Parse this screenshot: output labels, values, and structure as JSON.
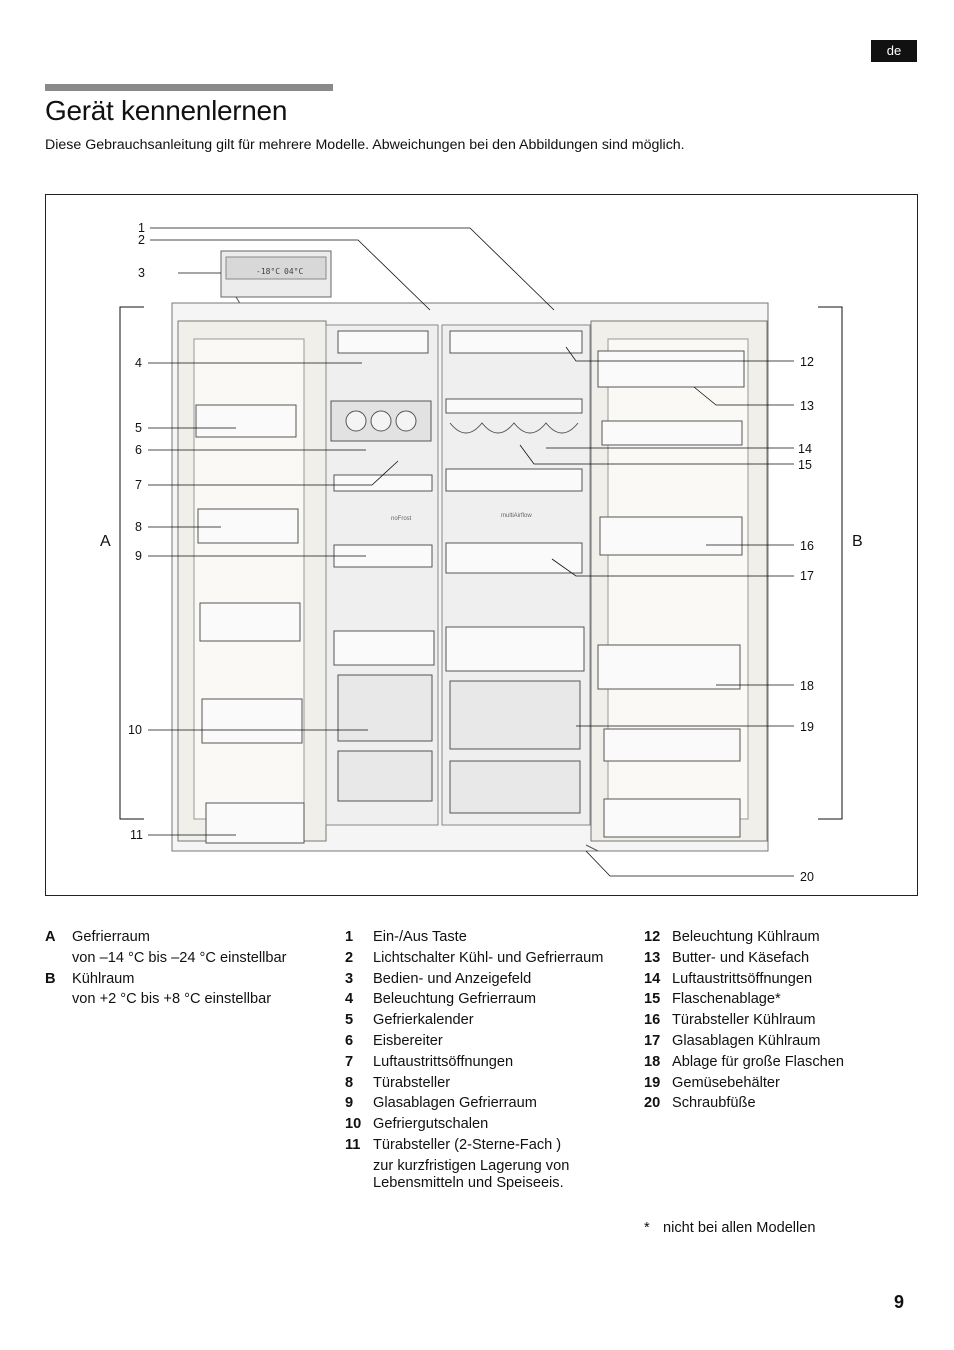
{
  "header": {
    "language_badge": "de",
    "title": "Gerät kennenlernen",
    "intro": "Diese Gebrauchsanleitung gilt für mehrere Modelle. Abweichungen bei den Abbildungen sind möglich."
  },
  "figure": {
    "zone_labels": {
      "a": "A",
      "b": "B"
    },
    "callouts": [
      "1",
      "2",
      "3",
      "4",
      "5",
      "6",
      "7",
      "8",
      "9",
      "10",
      "11",
      "12",
      "13",
      "14",
      "15",
      "16",
      "17",
      "18",
      "19",
      "20"
    ],
    "panel_text": {
      "display_left": "-18°C",
      "display_right": "04°C"
    },
    "product_labels": {
      "freezer": "noFrost",
      "fridge": "multiAirflow"
    }
  },
  "legend_zones": [
    {
      "key": "A",
      "name": "Gefrierraum",
      "detail": "von –14 °C bis –24 °C einstellbar"
    },
    {
      "key": "B",
      "name": "Kühlraum",
      "detail": "von +2 °C bis +8 °C einstellbar"
    }
  ],
  "legend_parts_left": [
    {
      "num": "1",
      "text": "Ein-/Aus Taste"
    },
    {
      "num": "2",
      "text": "Lichtschalter Kühl- und Gefrierraum"
    },
    {
      "num": "3",
      "text": "Bedien- und Anzeigefeld"
    },
    {
      "num": "4",
      "text": "Beleuchtung Gefrierraum"
    },
    {
      "num": "5",
      "text": "Gefrierkalender"
    },
    {
      "num": "6",
      "text": "Eisbereiter"
    },
    {
      "num": "7",
      "text": "Luftaustrittsöffnungen"
    },
    {
      "num": "8",
      "text": "Türabsteller"
    },
    {
      "num": "9",
      "text": "Glasablagen Gefrierraum"
    },
    {
      "num": "10",
      "text": "Gefriergutschalen"
    },
    {
      "num": "11",
      "text": "Türabsteller (2-Sterne-Fach )"
    },
    {
      "num": "",
      "text": "zur kurzfristigen Lagerung von Lebensmitteln und Speiseeis."
    }
  ],
  "legend_parts_right": [
    {
      "num": "12",
      "text": "Beleuchtung Kühlraum"
    },
    {
      "num": "13",
      "text": "Butter- und Käsefach"
    },
    {
      "num": "14",
      "text": "Luftaustrittsöffnungen"
    },
    {
      "num": "15",
      "text": "Flaschenablage*"
    },
    {
      "num": "16",
      "text": "Türabsteller Kühlraum"
    },
    {
      "num": "17",
      "text": "Glasablagen Kühlraum"
    },
    {
      "num": "18",
      "text": "Ablage für große Flaschen"
    },
    {
      "num": "19",
      "text": "Gemüsebehälter"
    },
    {
      "num": "20",
      "text": "Schraubfüße"
    }
  ],
  "footnote": {
    "star": "*",
    "text": "nicht bei allen Modellen"
  },
  "page_number": "9"
}
